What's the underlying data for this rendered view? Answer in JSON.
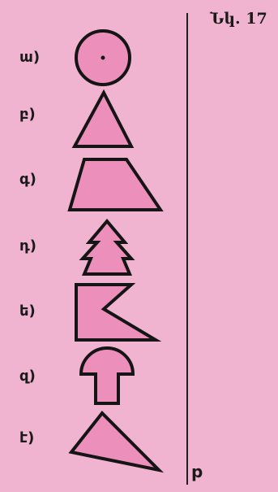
{
  "figure": {
    "title": "Նկ. 17",
    "axis_label": "p",
    "colors": {
      "background": "#f0b3d0",
      "fill": "#ec8fbb",
      "stroke": "#151515"
    },
    "items": [
      {
        "label": "ա)",
        "shape": "circle-with-center-dot"
      },
      {
        "label": "բ)",
        "shape": "triangle"
      },
      {
        "label": "գ)",
        "shape": "trapezoid"
      },
      {
        "label": "դ)",
        "shape": "tree"
      },
      {
        "label": "ե)",
        "shape": "notched-quadrilateral"
      },
      {
        "label": "զ)",
        "shape": "mushroom"
      },
      {
        "label": "է)",
        "shape": "tilted-triangle"
      }
    ]
  }
}
